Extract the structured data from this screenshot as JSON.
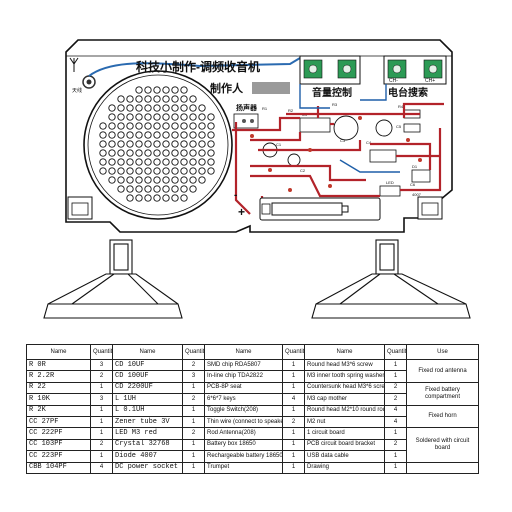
{
  "board": {
    "title": "科技小制作-调频收音机",
    "maker": "制作人",
    "volume_label": "音量控制",
    "search_label": "电台搜索",
    "speaker_label": "扬声器",
    "antenna_label": "天线",
    "ch_minus": "CH-",
    "ch_plus": "CH+",
    "battery_plus": "+",
    "battery_minus": "-",
    "part_labels": [
      "R1",
      "R2",
      "R3",
      "R4",
      "C1",
      "C2",
      "C3",
      "C4",
      "C5",
      "C6",
      "U1",
      "LED",
      "D1",
      "4007"
    ]
  },
  "table": {
    "headers": [
      "Name",
      "Quantity",
      "Name",
      "Quantity",
      "Name",
      "Quantity",
      "Name",
      "Quantity",
      "Use"
    ],
    "rows": [
      [
        "R   0R",
        "3",
        "CD  10UF",
        "2",
        "SMD chip RDA5807",
        "1",
        "Round head M3*6 screw",
        "1"
      ],
      [
        "R   2.2R",
        "2",
        "CD  100UF",
        "3",
        "In-line chip TDA2822",
        "1",
        "M3 inner tooth spring washer",
        "1"
      ],
      [
        "R   22",
        "1",
        "CD  2200UF",
        "1",
        "PCB-8P seat",
        "1",
        "Countersunk head M3*6 screw",
        "2"
      ],
      [
        "R   10K",
        "3",
        "L  1UH",
        "2",
        "6*6*7 keys",
        "4",
        "M3 cap mother",
        "2"
      ],
      [
        "R   2K",
        "1",
        "L  0.1UH",
        "1",
        "Toggle Switch(208)",
        "1",
        "Round head M2*10 round rod",
        "4"
      ],
      [
        "CC  27PF",
        "1",
        "Zener tube 3V",
        "1",
        "Thin wire (connect to speaker)",
        "2",
        "M2 nut",
        "4"
      ],
      [
        "CC  222PF",
        "1",
        "LED M3 red",
        "2",
        "Rod Antenna(208)",
        "1",
        "1 circuit board",
        "1"
      ],
      [
        "CC  103PF",
        "2",
        "Crystal 32768",
        "1",
        "Battery box 18650",
        "1",
        "PCB circuit board bracket",
        "2"
      ],
      [
        "CC  223PF",
        "1",
        "Diode 4007",
        "1",
        "Rechargeable battery 18650",
        "1",
        "USB data cable",
        "1"
      ],
      [
        "CBB 104PF",
        "4",
        "DC power socket",
        "1",
        "Trumpet",
        "1",
        "Drawing",
        "1"
      ]
    ],
    "uses": [
      "Fixed rod antenna",
      "Fixed battery compartment",
      "Fixed horn",
      "Soldered with circuit board"
    ]
  }
}
